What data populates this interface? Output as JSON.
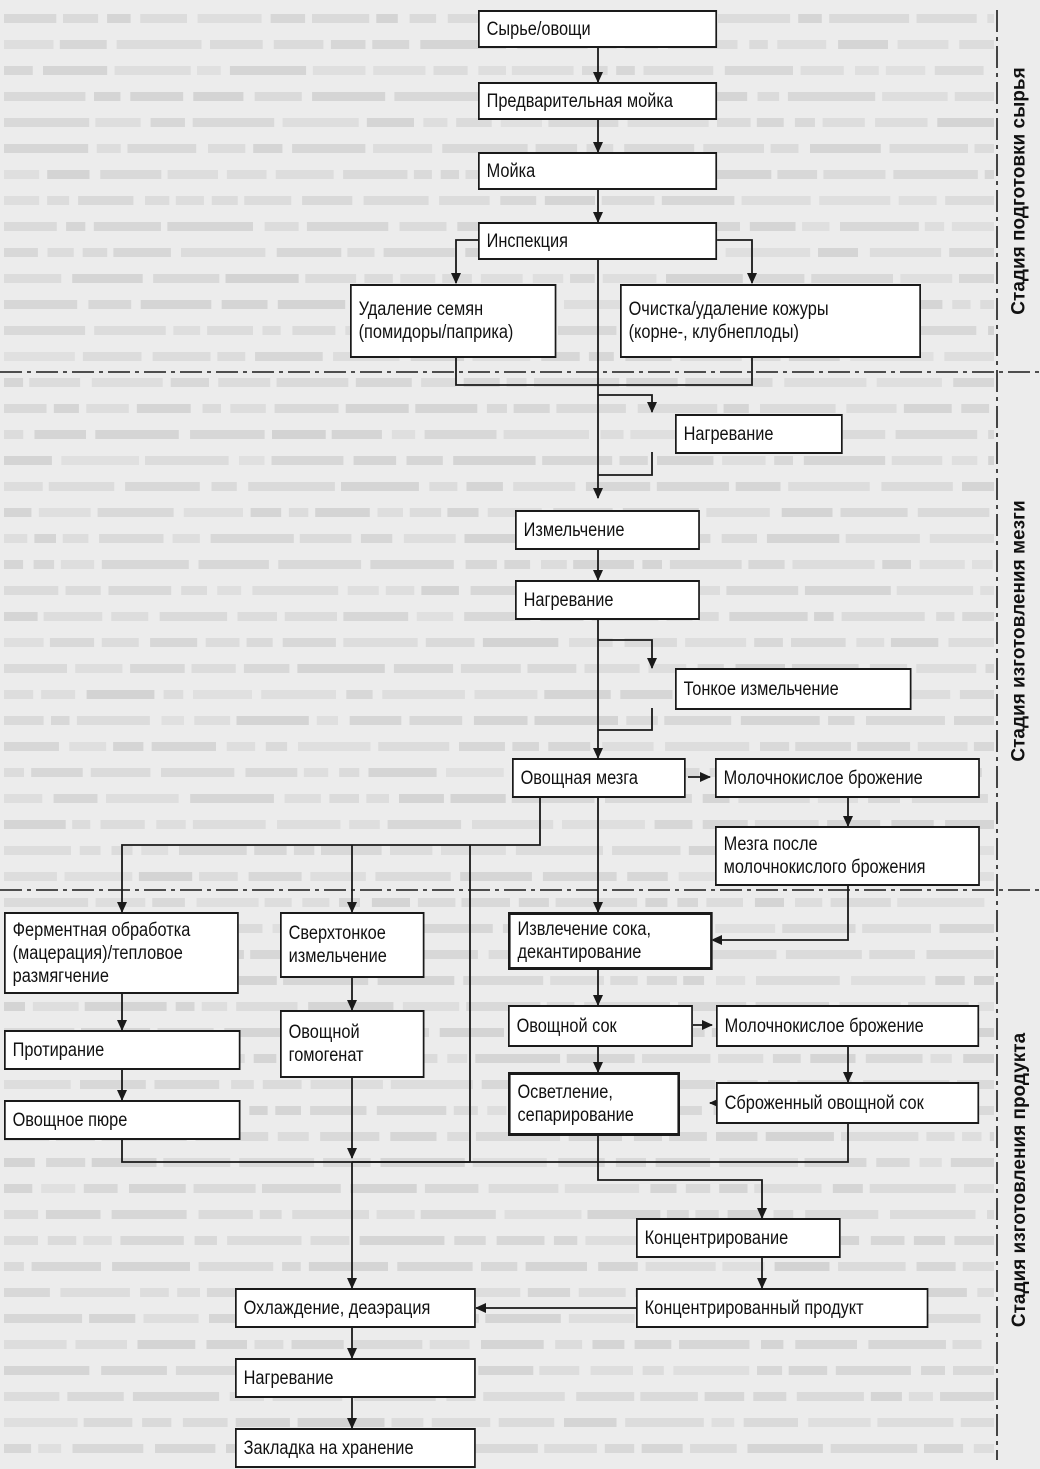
{
  "boxes": {
    "raw": "Сырье/овощи",
    "prewash": "Предварительная мойка",
    "wash": "Мойка",
    "inspect": "Инспекция",
    "seeds": "Удаление семян\n(помидоры/паприка)",
    "peel": "Очистка/удаление кожуры\n(корне-, клубнеплоды)",
    "heat1": "Нагревание",
    "grind": "Измельчение",
    "heat2": "Нагревание",
    "fine": "Тонкое измельчение",
    "pulp": "Овощная мезга",
    "lactic1": "Молочнокислое брожение",
    "fermpulp": "Мезга после\nмолочнокислого брожения",
    "enzyme": "Ферментная обработка\n(мацерация)/тепловое\nразмягчение",
    "ultra": "Сверхтонкое\nизмельчение",
    "extract": "Извлечение сока,\nдекантирование",
    "rub": "Протирание",
    "homog": "Овощной\nгомогенат",
    "juice": "Овощной сок",
    "lactic2": "Молочнокислое брожение",
    "puree": "Овощное пюре",
    "clarify": "Осветление,\nсепарирование",
    "fermjuice": "Сброженный овощной сок",
    "concentr": "Концентрирование",
    "cproduct": "Концентрированный продукт",
    "cool": "Охлаждение, деаэрация",
    "heat3": "Нагревание",
    "storage": "Закладка на хранение"
  },
  "stages": {
    "prep": "Стадия подготовки сырья",
    "pulp": "Стадия изготовления мезги",
    "product": "Стадия изготовления продукта"
  },
  "colors": {
    "background": "#ececec",
    "box_fill": "#ffffff",
    "line": "#1a1a1a"
  }
}
